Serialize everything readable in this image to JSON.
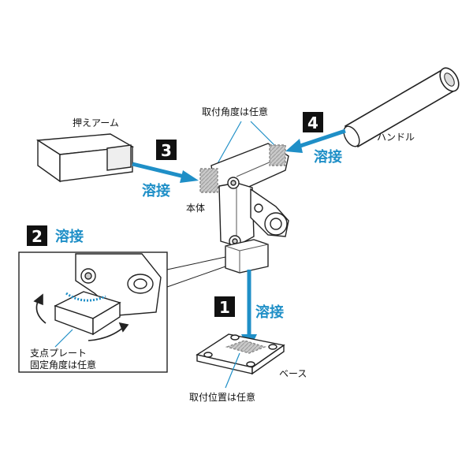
{
  "steps": [
    {
      "number": "1",
      "label": "溶接"
    },
    {
      "number": "2",
      "label": "溶接"
    },
    {
      "number": "3",
      "label": "溶接"
    },
    {
      "number": "4",
      "label": "溶接"
    }
  ],
  "labels": {
    "arm": "押えアーム",
    "mount_angle": "取付角度は任意",
    "handle": "ハンドル",
    "body": "本体",
    "base": "ベース",
    "mount_position": "取付位置は任意",
    "plate_line1": "支点プレート",
    "plate_line2": "固定角度は任意"
  },
  "colors": {
    "accent": "#1f8fc7",
    "badge": "#111111",
    "weld_area": "#b8b8b8",
    "line": "#222222"
  }
}
